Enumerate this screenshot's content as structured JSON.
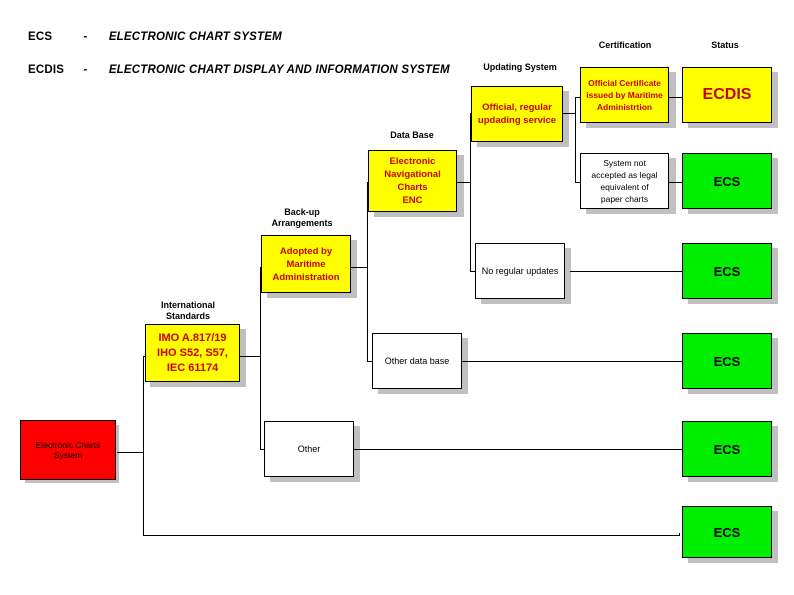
{
  "legend": [
    {
      "abbr": "ECS",
      "dash": "-",
      "full": "ELECTRONIC CHART SYSTEM"
    },
    {
      "abbr": "ECDIS",
      "dash": "-",
      "full": "ELECTRONIC CHART DISPLAY AND INFORMATION SYSTEM"
    }
  ],
  "column_labels": {
    "international_standards": "International\nStandards",
    "backup_arrangements": "Back-up\nArrangements",
    "data_base": "Data Base",
    "updating_system": "Updating System",
    "certification": "Certification",
    "status": "Status"
  },
  "chart_data": {
    "type": "diagram",
    "title": "Electronic Charts System classification tree",
    "nodes": [
      {
        "id": "root",
        "label": "Electronic Charts\nSystem",
        "fill": "#ff0000",
        "text_color": "#000000"
      },
      {
        "id": "std",
        "label": "IMO A.817/19\nIHO S52, S57,\nIEC 61174",
        "fill": "#ffff00",
        "text_color": "#cc0000"
      },
      {
        "id": "backup",
        "label": "Adopted by\nMaritime\nAdministration",
        "fill": "#ffff00",
        "text_color": "#cc0000"
      },
      {
        "id": "enc",
        "label": "Electronic\nNavigational\nCharts\nENC",
        "fill": "#ffff00",
        "text_color": "#cc0000"
      },
      {
        "id": "official",
        "label": "Official, regular\nupdading service",
        "fill": "#ffff00",
        "text_color": "#cc0000"
      },
      {
        "id": "cert",
        "label": "Official Certificate\nissued by Maritime\nAdministrtion",
        "fill": "#ffff00",
        "text_color": "#cc0000"
      },
      {
        "id": "ecdis",
        "label": "ECDIS",
        "fill": "#ffff00",
        "text_color": "#cc0000"
      },
      {
        "id": "notlegal",
        "label": "System not\naccepted as legal\nequivalent of\npaper charts",
        "fill": "#ffffff",
        "text_color": "#000000"
      },
      {
        "id": "ecs1",
        "label": "ECS",
        "fill": "#00ee00",
        "text_color": "#000000"
      },
      {
        "id": "noupdates",
        "label": "No regular updates",
        "fill": "#ffffff",
        "text_color": "#000000"
      },
      {
        "id": "ecs2",
        "label": "ECS",
        "fill": "#00ee00",
        "text_color": "#000000"
      },
      {
        "id": "otherdb",
        "label": "Other data base",
        "fill": "#ffffff",
        "text_color": "#000000"
      },
      {
        "id": "ecs3",
        "label": "ECS",
        "fill": "#00ee00",
        "text_color": "#000000"
      },
      {
        "id": "other",
        "label": "Other",
        "fill": "#ffffff",
        "text_color": "#000000"
      },
      {
        "id": "ecs4",
        "label": "ECS",
        "fill": "#00ee00",
        "text_color": "#000000"
      },
      {
        "id": "ecs5",
        "label": "ECS",
        "fill": "#00ee00",
        "text_color": "#000000"
      }
    ],
    "edges": [
      {
        "from": "root",
        "to": "std"
      },
      {
        "from": "root",
        "to": "ecs5"
      },
      {
        "from": "std",
        "to": "backup"
      },
      {
        "from": "std",
        "to": "other"
      },
      {
        "from": "backup",
        "to": "enc"
      },
      {
        "from": "backup",
        "to": "otherdb"
      },
      {
        "from": "enc",
        "to": "official"
      },
      {
        "from": "enc",
        "to": "noupdates"
      },
      {
        "from": "official",
        "to": "cert"
      },
      {
        "from": "official",
        "to": "notlegal"
      },
      {
        "from": "cert",
        "to": "ecdis"
      },
      {
        "from": "notlegal",
        "to": "ecs1"
      },
      {
        "from": "noupdates",
        "to": "ecs2"
      },
      {
        "from": "otherdb",
        "to": "ecs3"
      },
      {
        "from": "other",
        "to": "ecs4"
      }
    ]
  },
  "colors": {
    "yellow": "#ffff00",
    "green": "#00ee00",
    "red": "#ff0000",
    "white": "#ffffff",
    "text_red": "#cc0000",
    "shadow": "#c0c0c0",
    "line": "#000000"
  }
}
